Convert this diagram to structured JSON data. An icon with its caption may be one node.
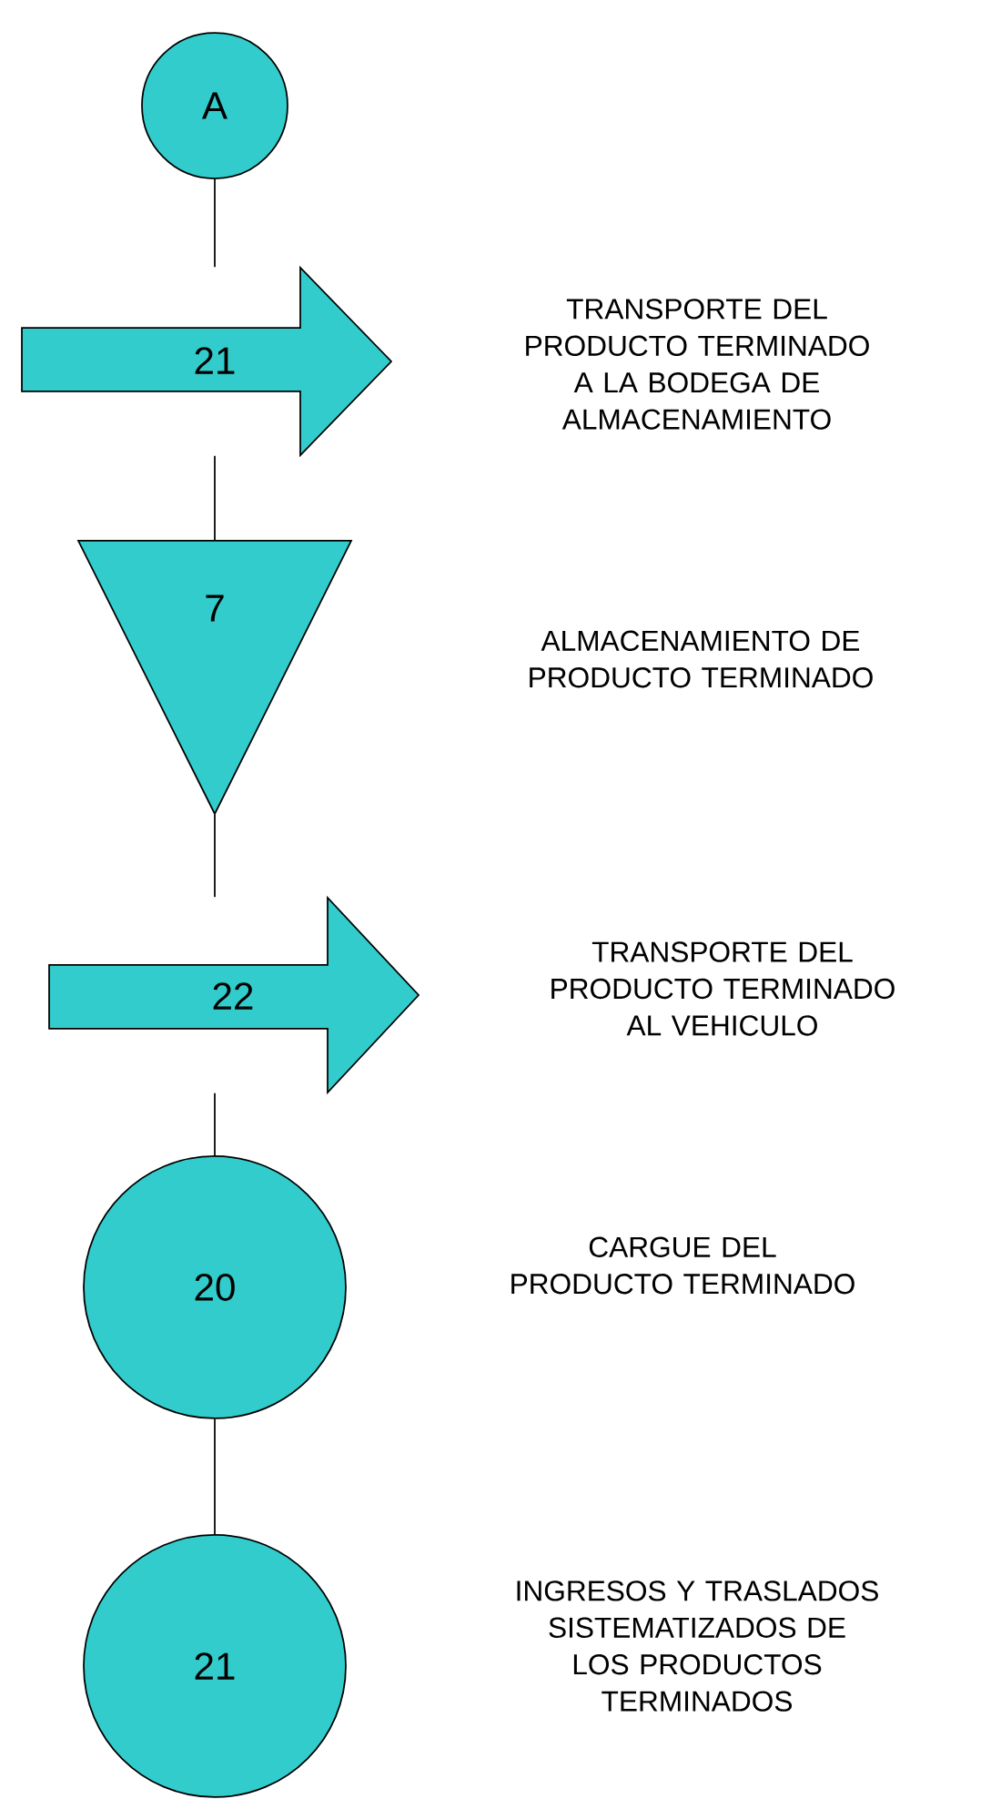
{
  "diagram": {
    "nodes": [
      {
        "text": [
          "A"
        ]
      },
      {
        "text": [
          "21"
        ]
      },
      {
        "text": [
          "7"
        ]
      },
      {
        "text": [
          "22"
        ]
      },
      {
        "text": [
          "20"
        ]
      },
      {
        "text": [
          "21"
        ]
      }
    ],
    "edges": [
      {
        "from": 0,
        "to": 1,
        "arrow": "none"
      },
      {
        "from": 1,
        "to": 2,
        "arrow": "none"
      },
      {
        "from": 2,
        "to": 3,
        "arrow": "none"
      },
      {
        "from": 3,
        "to": 4,
        "arrow": "none"
      },
      {
        "from": 4,
        "to": 5,
        "arrow": "none"
      }
    ],
    "labels": [
      "TRANSPORTE DEL PRODUCTO TERMINADO A LA BODEGA DE ALMACENAMIENTO",
      "ALMACENAMIENTO DE PRODUCTO TERMINADO",
      "TRANSPORTE DEL PRODUCTO TERMINADO AL VEHICULO",
      "CARGUE DEL PRODUCTO TERMINADO",
      "INGRESOS Y TRASLADOS SISTEMATIZADOS DE LOS PRODUCTOS TERMINADOS"
    ]
  }
}
